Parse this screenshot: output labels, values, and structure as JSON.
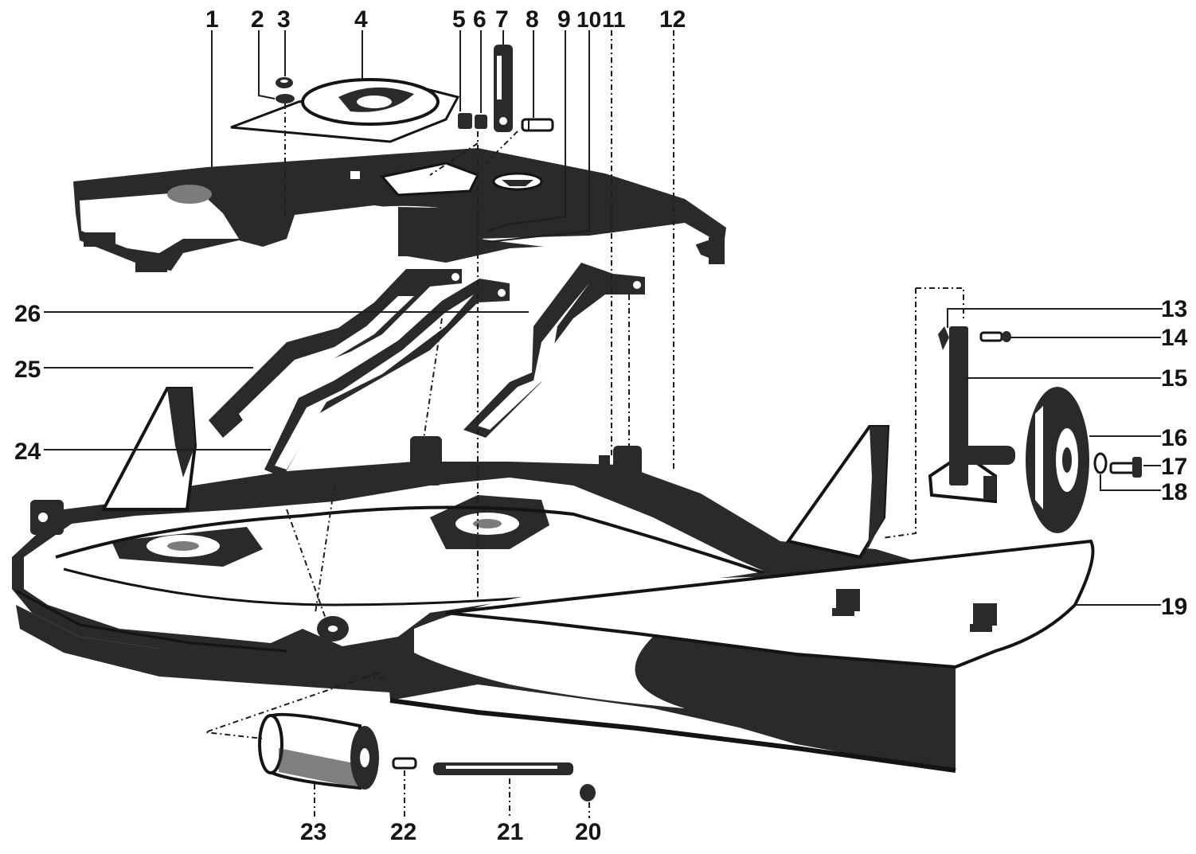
{
  "callouts": {
    "c1": "1",
    "c2": "2",
    "c3": "3",
    "c4": "4",
    "c5": "5",
    "c6": "6",
    "c7": "7",
    "c8": "8",
    "c9": "9",
    "c10": "10",
    "c11": "11",
    "c12": "12",
    "c13": "13",
    "c14": "14",
    "c15": "15",
    "c16": "16",
    "c17": "17",
    "c18": "18",
    "c19": "19",
    "c20": "20",
    "c21": "21",
    "c22": "22",
    "c23": "23",
    "c24": "24",
    "c25": "25",
    "c26": "26"
  },
  "colors": {
    "ink": "#141414",
    "paper": "#ffffff",
    "shadow": "#2a2a2a",
    "mid_grey": "#7c7c7c"
  }
}
